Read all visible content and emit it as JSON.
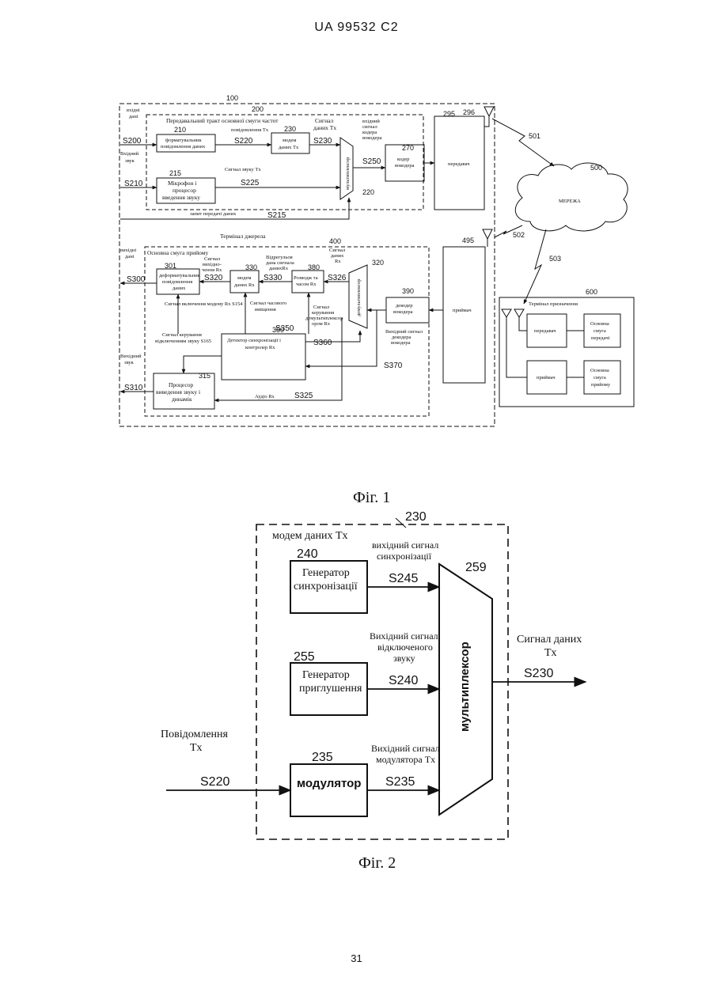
{
  "header": "UA   99532   C2",
  "page_number": "31",
  "fig1": {
    "caption": "Фіг. 1",
    "refs": {
      "r100": "100",
      "r200": "200",
      "r210": "210",
      "r215": "215",
      "r220": "220",
      "r230": "230",
      "r270": "270",
      "r295": "295",
      "r296": "296",
      "r501": "501",
      "r500": "500",
      "r502": "502",
      "r503": "503",
      "r495": "495",
      "r400": "400",
      "r301": "301",
      "r330": "330",
      "r380": "380",
      "r320": "320",
      "r390": "390",
      "r350": "350",
      "r315": "315",
      "r600": "600"
    },
    "signals": {
      "S200": "S200",
      "S210": "S210",
      "S220": "S220",
      "S230": "S230",
      "S225": "S225",
      "S250": "S250",
      "S215": "S215",
      "S300": "S300",
      "S320": "S320",
      "S330": "S330",
      "S326": "S326",
      "S350": "S350",
      "S360": "S360",
      "S370": "S370",
      "S310": "S310",
      "S325": "S325"
    },
    "labels": {
      "vkhidni_dani": [
        "вхідні",
        "дані"
      ],
      "vkhidnyi_zvuk": [
        "Вхідний",
        "звук"
      ],
      "tx_path_title": "Передавальний тракт основної смуги частот",
      "tx_message": "повідомлення Tx",
      "tx_data_signal": [
        "Сигнал",
        "даних Tx"
      ],
      "vocoder_out": [
        "вхідний",
        "сигнал",
        "кодера",
        "вокодера"
      ],
      "formatter": [
        "форматувальник",
        "повідомлення даних"
      ],
      "tx_modem": [
        "модем",
        "даних Tx"
      ],
      "mic": [
        "Мікрофон і",
        "процесор",
        "введення звуку"
      ],
      "audio_tx": "Сигнал звуку Tx",
      "mux": "мультиплексор",
      "vocoder_enc": [
        "кодер",
        "вокодера"
      ],
      "transmitter": "передавач",
      "tx_request": "запит передачі даних",
      "network": "МЕРЕЖА",
      "source_terminal": "Термінал джерела",
      "vykhidni_dani": [
        "вихідні",
        "дані"
      ],
      "rx_path_title": "Основна смуга прийому",
      "rx_data_signal": [
        "Сигнал",
        "даних",
        "Rx"
      ],
      "deformatter": [
        "деформатувальник",
        "повідомлення",
        "даних"
      ],
      "rx_modem_en_sig": [
        "Сигнал",
        "вихідно-",
        "чення Rx"
      ],
      "rx_modem": [
        "модем",
        "даних Rx"
      ],
      "rx_data_recovered": [
        "Відрегульов",
        "дана сигнала",
        "данихRx"
      ],
      "rx_timing": [
        "Розводж та",
        "часом Rx"
      ],
      "demux": "демультиплексор",
      "vocoder_dec": [
        "декодер",
        "вокодера"
      ],
      "receiver": "приймач",
      "rx_modem_enable": "Сигнал включення модему Rx S154",
      "timing_recover": [
        "Сигнал часового",
        "вміщення"
      ],
      "demux_ctrl": [
        "Сигнал",
        "керування",
        "демультиплексор",
        "ором Rx"
      ],
      "mute_ctrl": [
        "Сигнал керування",
        "відключенням звуку S165"
      ],
      "sync_detector": [
        "Детектор синхронізації і",
        "контролер Rx"
      ],
      "vocoder_dec_out": [
        "Вихідний сигнал",
        "декодера",
        "вокодера"
      ],
      "vykhidnyi_zvuk": [
        "Вихідний",
        "звук"
      ],
      "speaker": [
        "Процесор",
        "виведення звуку і",
        "динамік"
      ],
      "audio_rx": "Аудіо     Rx",
      "dest_terminal": "Термінал призначення",
      "dest_tx": "передавач",
      "dest_tx_bb": [
        "Основна",
        "смуга",
        "передачі"
      ],
      "dest_rx": "приймач",
      "dest_rx_bb": [
        "Основна",
        "смуга",
        "прийому"
      ]
    }
  },
  "fig2": {
    "caption": "Фіг. 2",
    "refs": {
      "r230": "230",
      "r240": "240",
      "r255": "255",
      "r235": "235",
      "r259": "259"
    },
    "title": "модем даних Tx",
    "sync_gen": [
      "Генератор",
      "синхронізації"
    ],
    "sync_out": [
      "вихідний сигнал",
      "синхронізації"
    ],
    "mute_gen": [
      "Генератор",
      "приглушення"
    ],
    "mute_out": [
      "Вихідний сигнал",
      "відключеного",
      "звуку"
    ],
    "modulator": "модулятор",
    "mod_out": [
      "Вихідний сигнал",
      "модулятора Tx"
    ],
    "mux": "мультиплексор",
    "tx_message": [
      "Повідомлення",
      "Tx"
    ],
    "tx_data": [
      "Сигнал даних",
      "Tx"
    ],
    "S245": "S245",
    "S240": "S240",
    "S235": "S235",
    "S220": "S220",
    "S230": "S230"
  }
}
